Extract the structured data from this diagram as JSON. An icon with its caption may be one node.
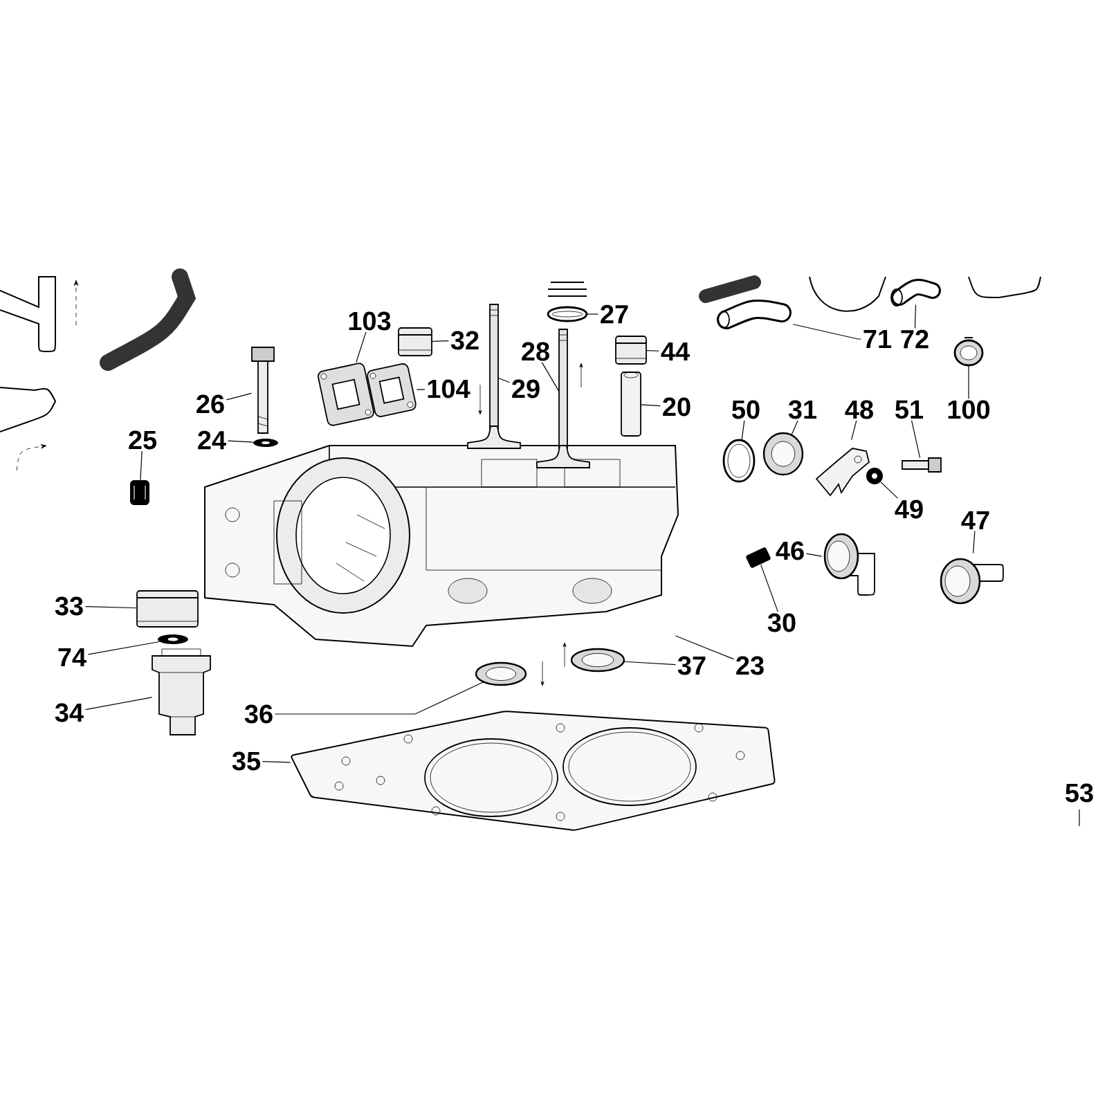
{
  "diagram": {
    "nodes": [
      {
        "text": [
          "103"
        ]
      },
      {
        "text": [],
        "shape": "picture"
      },
      {
        "text": [
          "32"
        ]
      },
      {
        "text": [],
        "shape": "picture"
      },
      {
        "text": [
          "27"
        ]
      },
      {
        "text": [],
        "shape": "picture"
      },
      {
        "text": [
          "28"
        ]
      },
      {
        "text": [],
        "shape": "picture"
      },
      {
        "text": [
          "44"
        ]
      },
      {
        "text": [],
        "shape": "picture"
      },
      {
        "text": [
          "29"
        ]
      },
      {
        "text": [],
        "shape": "picture"
      },
      {
        "text": [
          "104"
        ]
      },
      {
        "text": [],
        "shape": "picture"
      },
      {
        "text": [
          "26"
        ]
      },
      {
        "text": [],
        "shape": "picture"
      },
      {
        "text": [
          "20"
        ]
      },
      {
        "text": [],
        "shape": "picture"
      },
      {
        "text": [
          "71"
        ]
      },
      {
        "text": [],
        "shape": "picture"
      },
      {
        "text": [
          "72"
        ]
      },
      {
        "text": [],
        "shape": "picture"
      },
      {
        "text": [
          "24"
        ]
      },
      {
        "text": [],
        "shape": "picture"
      },
      {
        "text": [
          "25"
        ]
      },
      {
        "text": [],
        "shape": "picture"
      },
      {
        "text": [
          "50"
        ]
      },
      {
        "text": [],
        "shape": "picture"
      },
      {
        "text": [
          "31"
        ]
      },
      {
        "text": [],
        "shape": "picture"
      },
      {
        "text": [
          "48"
        ]
      },
      {
        "text": [],
        "shape": "picture"
      },
      {
        "text": [
          "51"
        ]
      },
      {
        "text": [],
        "shape": "picture"
      },
      {
        "text": [
          "100"
        ]
      },
      {
        "text": [],
        "shape": "picture"
      },
      {
        "text": [
          "49"
        ]
      },
      {
        "text": [],
        "shape": "picture"
      },
      {
        "text": [
          "47"
        ]
      },
      {
        "text": [],
        "shape": "picture"
      },
      {
        "text": [
          "46"
        ]
      },
      {
        "text": [],
        "shape": "picture"
      },
      {
        "text": [
          "33"
        ]
      },
      {
        "text": [],
        "shape": "picture"
      },
      {
        "text": [
          "30"
        ]
      },
      {
        "text": [],
        "shape": "picture"
      },
      {
        "text": [
          "74"
        ]
      },
      {
        "text": [],
        "shape": "picture"
      },
      {
        "text": [
          "37"
        ]
      },
      {
        "text": [],
        "shape": "picture"
      },
      {
        "text": [
          "23"
        ]
      },
      {
        "text": [],
        "shape": "picture"
      },
      {
        "text": [
          "36"
        ]
      },
      {
        "text": [],
        "shape": "picture"
      },
      {
        "text": [
          "34"
        ]
      },
      {
        "text": [],
        "shape": "picture"
      },
      {
        "text": [
          "35"
        ]
      },
      {
        "text": [],
        "shape": "picture"
      }
    ],
    "edges": [
      {
        "from": 0,
        "to": 1,
        "arrow": "none"
      },
      {
        "from": 2,
        "to": 3,
        "arrow": "none"
      },
      {
        "from": 4,
        "to": 5,
        "arrow": "none"
      },
      {
        "from": 6,
        "to": 7,
        "arrow": "none"
      },
      {
        "from": 8,
        "to": 9,
        "arrow": "none"
      },
      {
        "from": 10,
        "to": 11,
        "arrow": "none"
      },
      {
        "from": 12,
        "to": 13,
        "arrow": "none"
      },
      {
        "from": 14,
        "to": 15,
        "arrow": "none"
      },
      {
        "from": 16,
        "to": 17,
        "arrow": "none"
      },
      {
        "from": 18,
        "to": 19,
        "arrow": "none"
      },
      {
        "from": 20,
        "to": 21,
        "arrow": "none"
      },
      {
        "from": 22,
        "to": 23,
        "arrow": "none"
      },
      {
        "from": 24,
        "to": 25,
        "arrow": "none"
      },
      {
        "from": 26,
        "to": 27,
        "arrow": "none"
      },
      {
        "from": 28,
        "to": 29,
        "arrow": "none"
      },
      {
        "from": 30,
        "to": 31,
        "arrow": "none"
      },
      {
        "from": 32,
        "to": 33,
        "arrow": "none"
      },
      {
        "from": 34,
        "to": 35,
        "arrow": "none"
      },
      {
        "from": 36,
        "to": 37,
        "arrow": "none"
      },
      {
        "from": 38,
        "to": 39,
        "arrow": "none"
      },
      {
        "from": 40,
        "to": 41,
        "arrow": "none"
      },
      {
        "from": 42,
        "to": 43,
        "arrow": "none"
      },
      {
        "from": 44,
        "to": 45,
        "arrow": "none"
      },
      {
        "from": 46,
        "to": 47,
        "arrow": "none"
      },
      {
        "from": 48,
        "to": 49,
        "arrow": "none"
      },
      {
        "from": 50,
        "to": 51,
        "arrow": "none"
      },
      {
        "from": 52,
        "to": 53,
        "arrow": "none"
      },
      {
        "from": 54,
        "to": 55,
        "arrow": "none"
      },
      {
        "from": 56,
        "to": 57,
        "arrow": "none"
      }
    ],
    "labels": [
      "53"
    ]
  }
}
